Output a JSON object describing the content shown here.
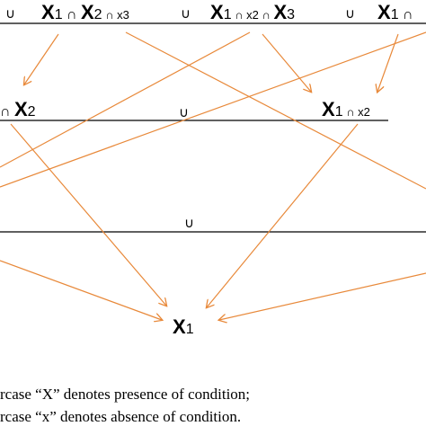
{
  "arrow_color": "#e8893a",
  "line_color": "#000000",
  "top_row": {
    "union_1": "∪",
    "term1": {
      "a": "X",
      "a_sub": "1",
      "op1": " ∩ ",
      "b": "X",
      "b_sub": "2",
      "op2": " ∩ ",
      "c": "x3"
    },
    "union_2": "∪",
    "term2": {
      "a": "X",
      "a_sub": "1",
      "op1": " ∩ ",
      "b": "x2",
      "op2": " ∩ ",
      "c": "X",
      "c_sub": "3"
    },
    "union_3": "∪",
    "term3": {
      "a": "X",
      "a_sub": "1",
      "op1": " ∩"
    }
  },
  "middle_row": {
    "left_term": {
      "op": "∩ ",
      "b": "X",
      "b_sub": "2"
    },
    "union": "∪",
    "right_term": {
      "a": "X",
      "a_sub": "1",
      "op": " ∩ ",
      "b": "x2"
    }
  },
  "lower_row": {
    "union": "∪"
  },
  "bottom_term": {
    "a": "X",
    "a_sub": "1"
  },
  "notes": [
    "rcase “X” denotes presence of condition;",
    "rcase “x” denotes absence of condition."
  ]
}
